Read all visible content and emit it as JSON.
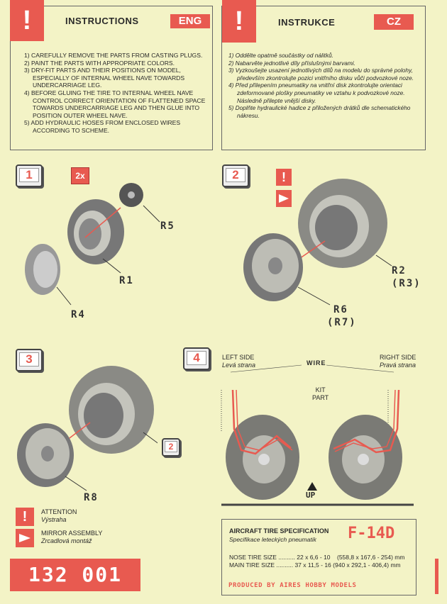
{
  "instructions_eng": {
    "title": "INSTRUCTIONS",
    "lang": "ENG",
    "steps": [
      "1) CAREFULLY REMOVE THE PARTS FROM CASTING PLUGS.",
      "2) PAINT THE PARTS WITH APPROPRIATE COLORS.",
      "3) DRY-FIT PARTS AND THEIR POSITIONS ON MODEL, ESPECIALLY OF INTERNAL WHEEL NAVE TOWARDS UNDERCARRIAGE LEG.",
      "4) BEFORE GLUING THE TIRE TO INTERNAL WHEEL NAVE CONTROL CORRECT ORIENTATION OF FLATTENED SPACE TOWARDS UNDERCARRIAGE LEG AND THEN GLUE INTO POSITION OUTER WHEEL NAVE.",
      "5) ADD HYDRAULIC HOSES FROM ENCLOSED WIRES ACCORDING TO SCHEME."
    ]
  },
  "instructions_cz": {
    "title": "INSTRUKCE",
    "lang": "CZ",
    "steps": [
      "1) Oddělte opatmě součástky od nálitků.",
      "2) Nabarvěte jednotlivé díly příslušnými barvami.",
      "3) Vyzkoušejte usazení jednotlivých dílů na modelu do správné polohy, především zkontrolujte pozici vnitřního disku vůči podvozkové noze.",
      "4) Před přilepením pneumatiky na vnitřní disk zkontrolujte orientaci zdeformované plošky pneumatiky ve vztahu k podvozkové noze. Následně přilepte vnější disky.",
      "5) Doplňte hydraulické hadice z přiložených drátků dle schematického nákresu."
    ]
  },
  "steps": {
    "s1": {
      "num": "1",
      "qty": "2x",
      "parts": [
        "R5",
        "R1",
        "R4"
      ]
    },
    "s2": {
      "num": "2",
      "parts": [
        "R2",
        "(R3)",
        "R6",
        "(R7)"
      ]
    },
    "s3": {
      "num": "3",
      "parts": [
        "R8"
      ],
      "ref": "2"
    },
    "s4": {
      "num": "4",
      "left": "LEFT SIDE",
      "left_cz": "Levá strana",
      "right": "RIGHT SIDE",
      "right_cz": "Pravá strana",
      "wire": "WIRE",
      "kit1": "KIT",
      "kit2": "PART",
      "up": "UP"
    }
  },
  "legend": {
    "attention": "ATTENTION",
    "attention_cz": "Výstraha",
    "mirror": "MIRROR ASSEMBLY",
    "mirror_cz": "Zrcadlová montáž"
  },
  "product_code": "132 001",
  "spec": {
    "title": "AIRCRAFT TIRE SPECIFICATION",
    "title_cz": "Specifikace leteckých pneumatik",
    "aircraft": "F-14D",
    "nose_label": "NOSE TIRE SIZE ..........",
    "nose_in": "22 x 6,6 - 10",
    "nose_mm": "(558,8 x 167,6 - 254) mm",
    "main_label": "MAIN TIRE SIZE ..........",
    "main_in": "37 x 11,5 - 16",
    "main_mm": "(940 x 292,1 - 406,4) mm",
    "producer": "PRODUCED BY AIRES HOBBY MODELS"
  },
  "colors": {
    "accent": "#e85a50",
    "paper": "#f3f3c6"
  }
}
